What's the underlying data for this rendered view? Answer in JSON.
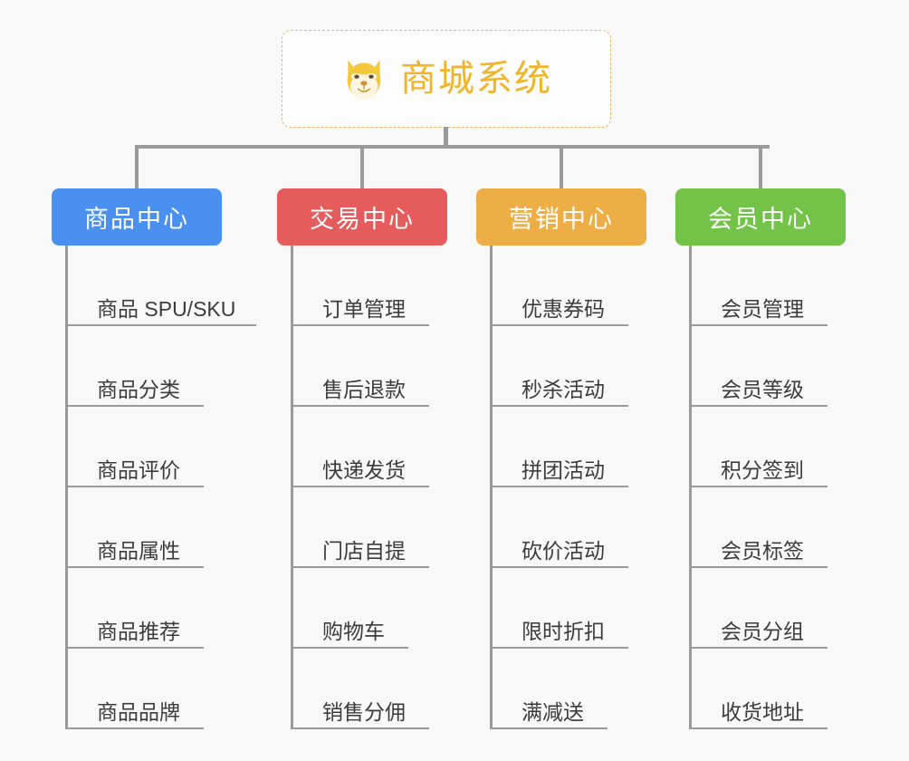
{
  "diagram": {
    "type": "mind-map",
    "background_color": "#f8f8f8",
    "root": {
      "title": "商城系统",
      "icon": "dog-face-icon",
      "text_color": "#f0b429",
      "border_color": "#e8b960"
    },
    "branches": [
      {
        "label": "商品中心",
        "color": "#4a90f0",
        "items": [
          "商品 SPU/SKU",
          "商品分类",
          "商品评价",
          "商品属性",
          "商品推荐",
          "商品品牌"
        ]
      },
      {
        "label": "交易中心",
        "color": "#e55c5c",
        "items": [
          "订单管理",
          "售后退款",
          "快递发货",
          "门店自提",
          "购物车",
          "销售分佣"
        ]
      },
      {
        "label": "营销中心",
        "color": "#eeae46",
        "items": [
          "优惠券码",
          "秒杀活动",
          "拼团活动",
          "砍价活动",
          "限时折扣",
          "满减送"
        ]
      },
      {
        "label": "会员中心",
        "color": "#73c348",
        "items": [
          "会员管理",
          "会员等级",
          "积分签到",
          "会员标签",
          "会员分组",
          "收货地址"
        ]
      }
    ]
  }
}
